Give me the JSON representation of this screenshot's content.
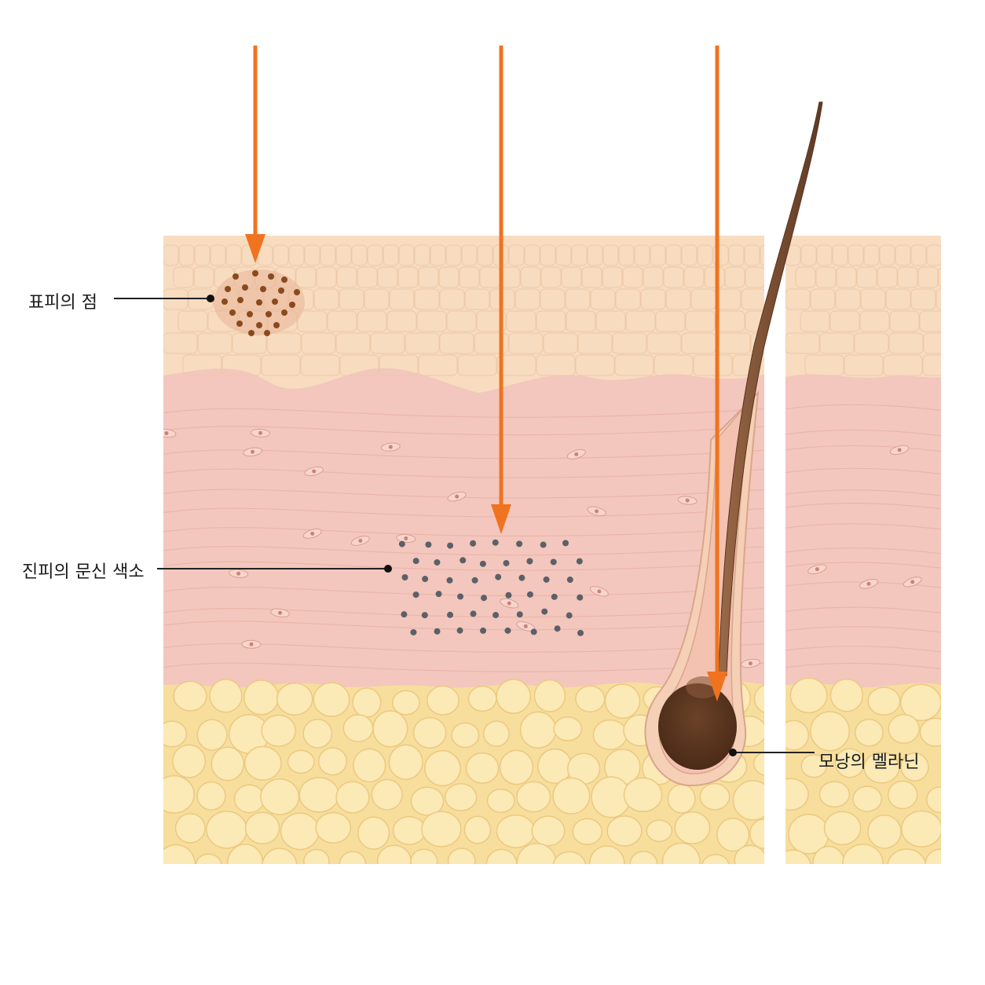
{
  "labels": {
    "epidermal_spot": "표피의 점",
    "dermal_tattoo": "진피의 문신 색소",
    "follicle_melanin": "모낭의 멜라닌"
  },
  "colors": {
    "laser_arrow": "#f07320",
    "epidermis": "#f8dcc0",
    "dermis": "#f3c7bd",
    "fat": "#f7de9c",
    "fat_cell": "#fbe9b6",
    "melanin_spot": "#8a4a1e",
    "tattoo_ink": "#5c6068",
    "hair": "#7a4f33",
    "hair_bulb": "#5a3520",
    "leader_line": "#222222"
  },
  "icons": {
    "arrows": "down-arrow-icon",
    "leader_dot": "dot-icon"
  }
}
